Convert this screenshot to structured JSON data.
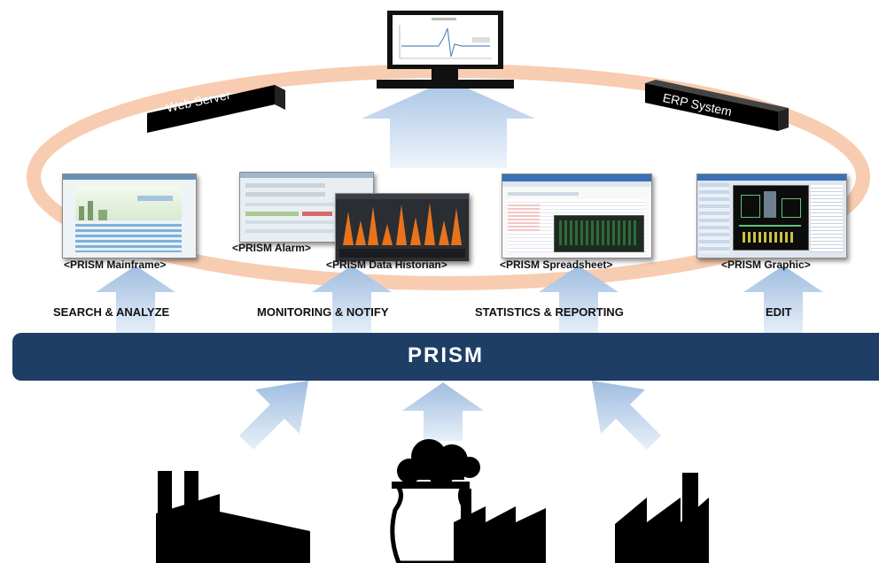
{
  "servers": {
    "web_server": "Web Server",
    "erp_system": "ERP System"
  },
  "modules": {
    "mainframe": "<PRISM Mainframe>",
    "alarm": "<PRISM Alarm>",
    "data_historian": "<PRISM Data Historian>",
    "spreadsheet": "<PRISM Spreadsheet>",
    "graphic": "<PRISM Graphic>"
  },
  "functions": {
    "search": "SEARCH & ANALYZE",
    "monitoring": "MONITORING & NOTIFY",
    "statistics": "STATISTICS & REPORTING",
    "edit": "EDIT"
  },
  "platform": {
    "name": "PRISM"
  },
  "colors": {
    "platform_bar": "#1f3e66",
    "ring": "#f4b995",
    "arrow": "#b9cfe8"
  },
  "icons": {
    "monitor": "computer-monitor-icon",
    "factory_left": "factory-icon",
    "power_plant": "power-plant-icon",
    "factory_right": "factory-icon"
  }
}
